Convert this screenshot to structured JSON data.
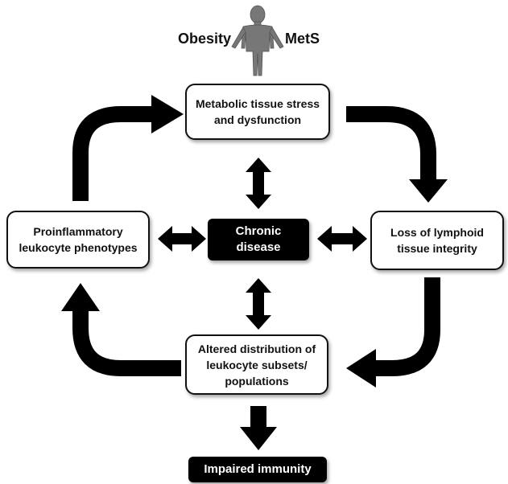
{
  "header": {
    "left_label": "Obesity",
    "right_label": "MetS",
    "figure_icon": "human-figure-icon"
  },
  "nodes": {
    "metabolic": {
      "line1": "Metabolic tissue stress",
      "line2": "and dysfunction"
    },
    "proinflammatory": {
      "line1": "Proinflammatory",
      "line2": "leukocyte phenotypes"
    },
    "chronic": {
      "line1": "Chronic",
      "line2": "disease"
    },
    "lymphoid": {
      "line1": "Loss of lymphoid",
      "line2": "tissue integrity"
    },
    "altered": {
      "line1": "Altered distribution of",
      "line2": "leukocyte subsets/",
      "line3": "populations"
    },
    "impaired": {
      "label": "Impaired immunity"
    }
  },
  "colors": {
    "arrow": "#000000",
    "box_border": "#111111",
    "dark_box": "#000000",
    "figure": "#777777"
  }
}
